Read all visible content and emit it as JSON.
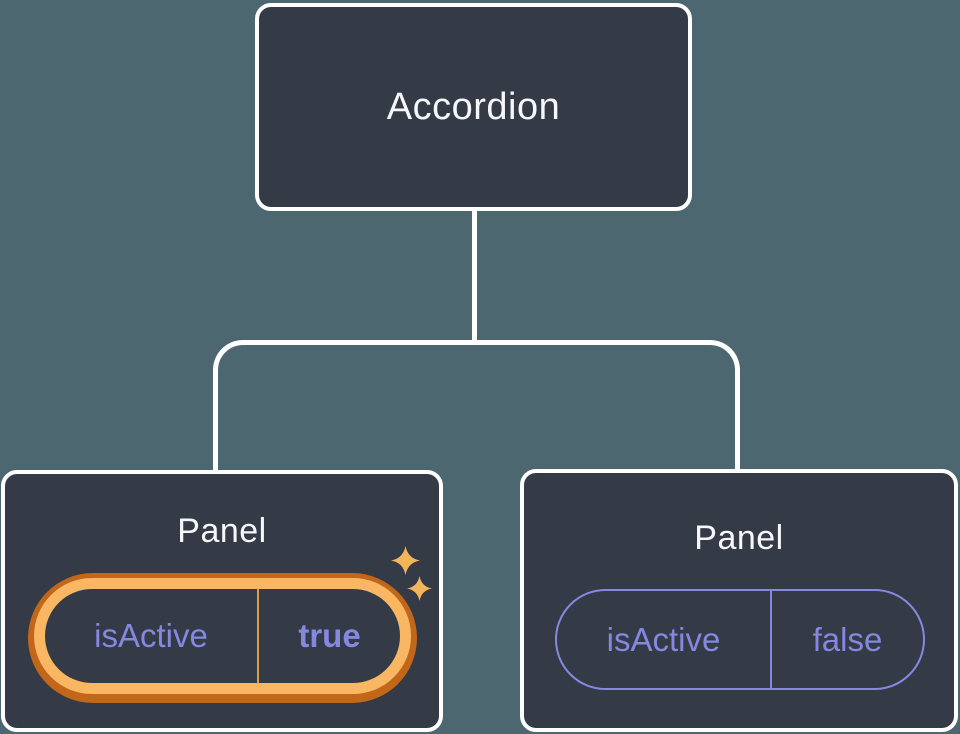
{
  "colors": {
    "bg": "#4C6770",
    "line": "#FFFFFF",
    "node_bg": "#343A46",
    "text_light": "#F6F7F9",
    "purple": "#8588E0",
    "orange_dark": "#C2661A",
    "orange_light": "#F9B763",
    "orange_divider": "#DD9E45",
    "sparkle": "#F3B559"
  },
  "icons": {
    "highlight": "sparkles-icon"
  },
  "tree": {
    "root": {
      "label": "Accordion"
    },
    "children": [
      {
        "label": "Panel",
        "prop_name": "isActive",
        "prop_value": "true",
        "highlighted": true
      },
      {
        "label": "Panel",
        "prop_name": "isActive",
        "prop_value": "false",
        "highlighted": false
      }
    ]
  }
}
